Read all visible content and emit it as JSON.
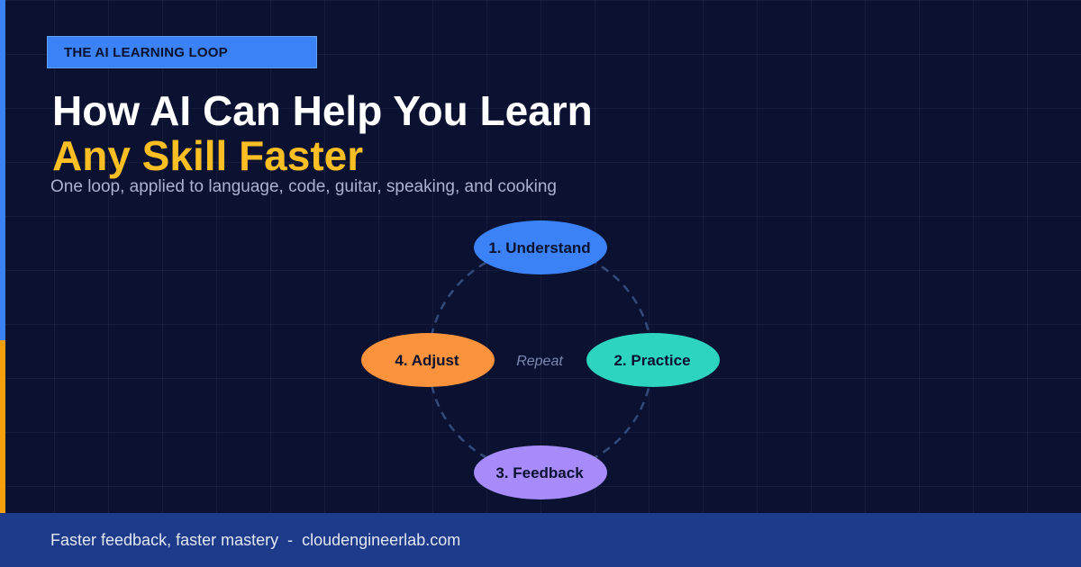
{
  "header": {
    "kicker": "THE AI LEARNING LOOP",
    "title_line_1": "How AI Can Help You Learn",
    "title_line_2": "Any Skill Faster",
    "subtitle": "One loop, applied to language, code, guitar, speaking, and cooking"
  },
  "diagram": {
    "center_label": "Repeat",
    "nodes": [
      {
        "label": "1. Understand",
        "color": "#3b82f6"
      },
      {
        "label": "2. Practice",
        "color": "#2dd4bf"
      },
      {
        "label": "3. Feedback",
        "color": "#a78bfa"
      },
      {
        "label": "4. Adjust",
        "color": "#fb923c"
      }
    ]
  },
  "footer": {
    "text": "Faster feedback, faster mastery  -  cloudengineerlab.com"
  },
  "colors": {
    "background": "#0b1130",
    "accent_blue": "#3b82f6",
    "accent_yellow": "#fbbf24",
    "accent_orange": "#f59e0b",
    "footer": "#1e3a8a",
    "loop_dash": "#334a7a"
  }
}
